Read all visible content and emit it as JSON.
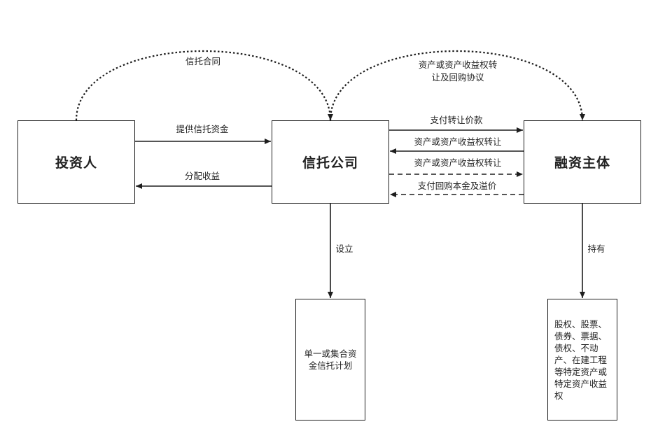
{
  "nodes": {
    "investor": "投资人",
    "trust_company": "信托公司",
    "financing_entity": "融资主体",
    "trust_plan": "单一或集合资金信托计划",
    "specific_assets": "股权、股票、债券、票据、债权、不动产、在建工程等特定资产或特定资产收益权"
  },
  "edges": {
    "trust_contract": "信托合同",
    "asset_transfer_repurchase": "资产或资产收益权转让及回购协议",
    "provide_funds": "提供信托资金",
    "distribute_income": "分配收益",
    "pay_transfer_price": "支付转让价款",
    "asset_transfer_1": "资产或资产收益权转让",
    "asset_transfer_2": "资产或资产收益权转让",
    "pay_repurchase": "支付回购本金及溢价",
    "establish": "设立",
    "hold": "持有"
  }
}
